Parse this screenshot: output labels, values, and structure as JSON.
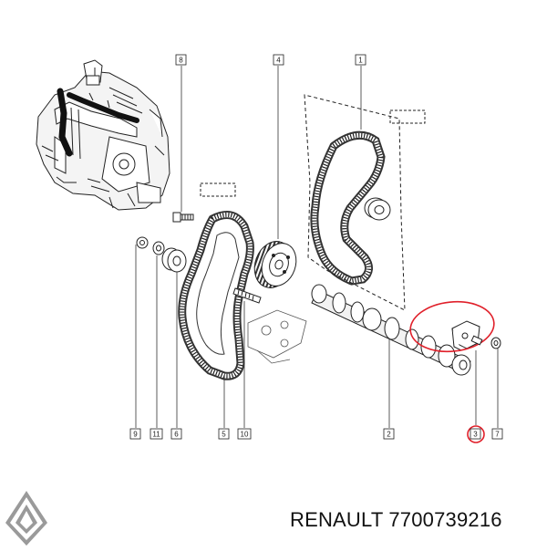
{
  "callouts": {
    "c1": "1",
    "c2": "2",
    "c3": "3",
    "c4": "4",
    "c5": "5",
    "c6": "6",
    "c7": "7",
    "c8": "8",
    "c9": "9",
    "c10": "10",
    "c11": "11"
  },
  "footer": {
    "brand_text": "RENAULT 7700739216"
  },
  "colors": {
    "line": "#222222",
    "highlight": "#e0202a",
    "fill_light": "#f2f2f2"
  }
}
